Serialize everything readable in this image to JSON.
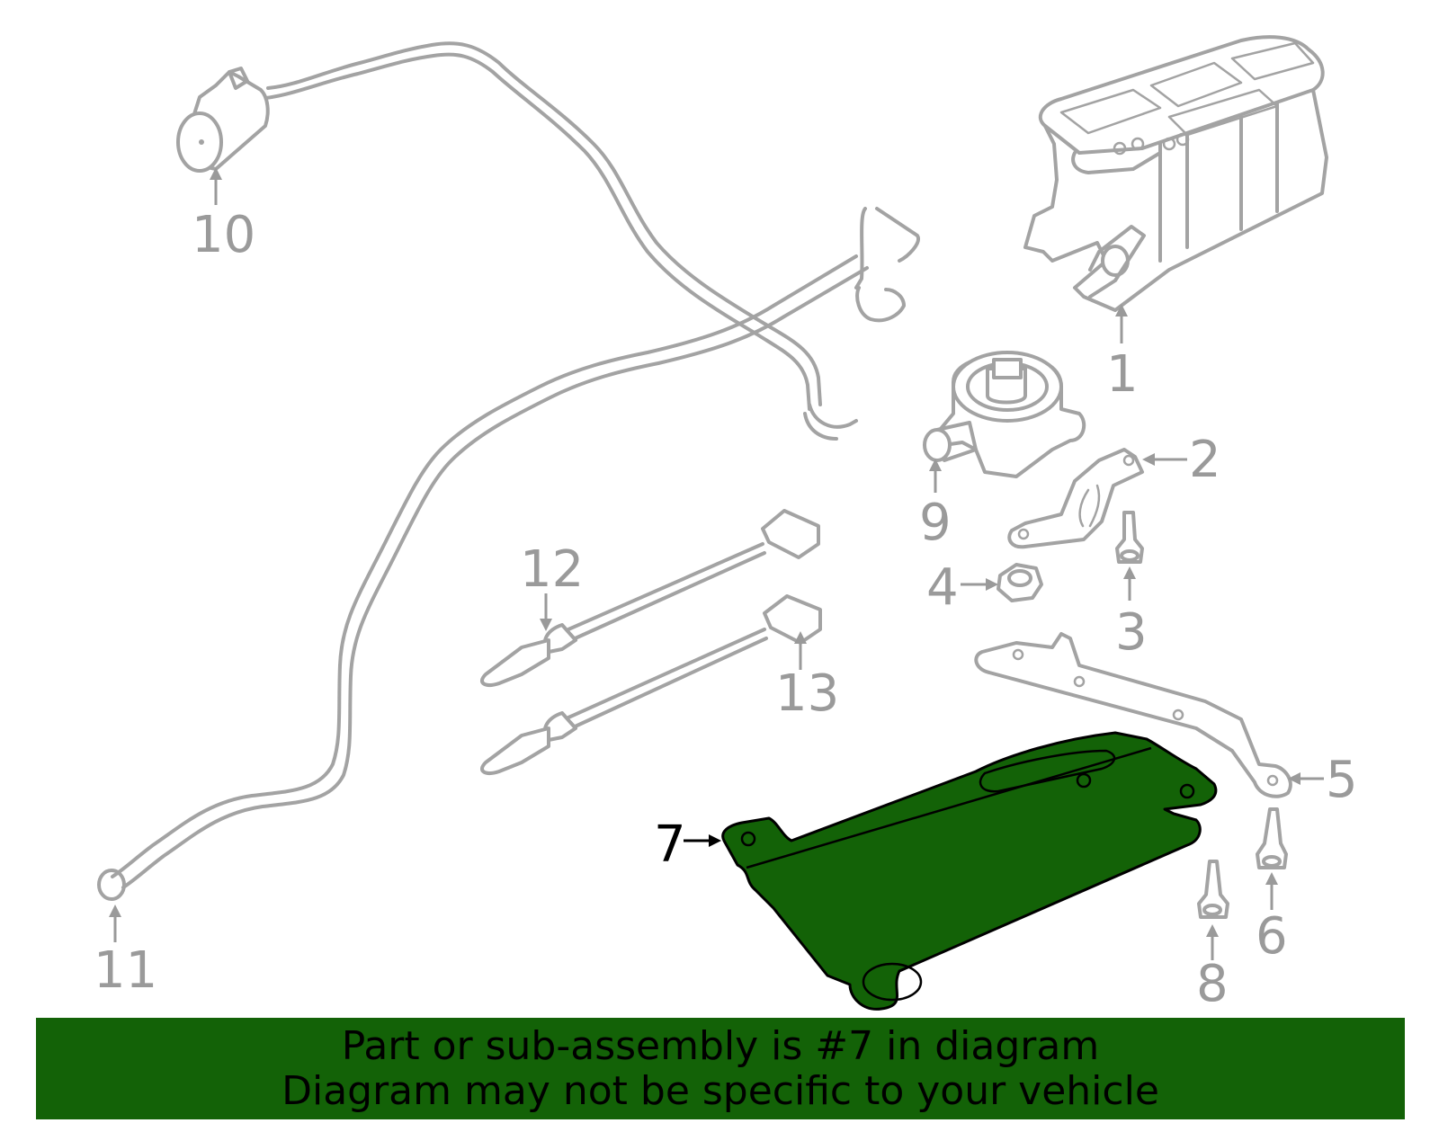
{
  "callouts": [
    {
      "id": "1",
      "label": "1"
    },
    {
      "id": "2",
      "label": "2"
    },
    {
      "id": "3",
      "label": "3"
    },
    {
      "id": "4",
      "label": "4"
    },
    {
      "id": "5",
      "label": "5"
    },
    {
      "id": "6",
      "label": "6"
    },
    {
      "id": "7",
      "label": "7",
      "highlighted": true
    },
    {
      "id": "8",
      "label": "8"
    },
    {
      "id": "9",
      "label": "9"
    },
    {
      "id": "10",
      "label": "10"
    },
    {
      "id": "11",
      "label": "11"
    },
    {
      "id": "12",
      "label": "12"
    },
    {
      "id": "13",
      "label": "13"
    }
  ],
  "highlighted_part": "7",
  "banner": {
    "line1": "Part or sub-assembly is #7 in diagram",
    "line2": "Diagram may not be specific to your vehicle"
  },
  "colors": {
    "highlight": "#136207",
    "part_outline": "#a3a3a3",
    "banner_bg": "#136207",
    "banner_text": "#000000"
  }
}
